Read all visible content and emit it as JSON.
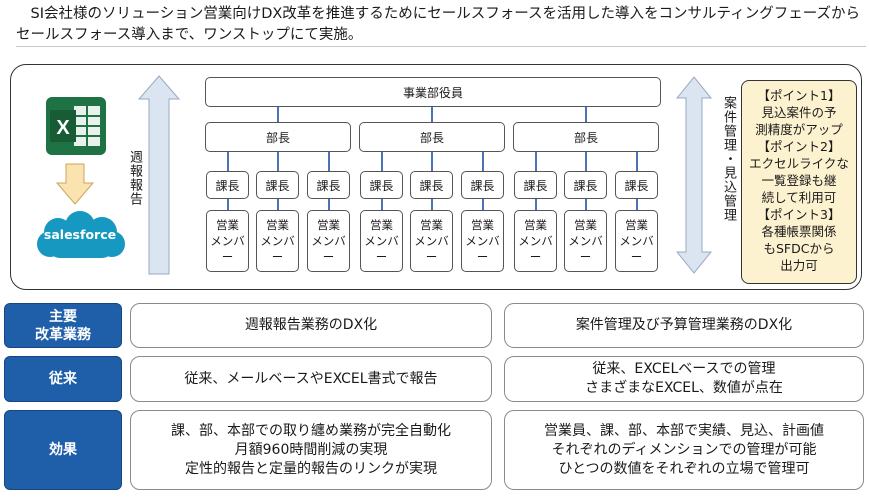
{
  "intro": {
    "text": "SI会社様のソリューション営業向けDX改革を推進するためにセールスフォースを活用した導入をコンサルティングフェーズからセールスフォース導入まで、ワンストップにて実施。"
  },
  "diagram": {
    "excel_letter": "X",
    "salesforce_label": "salesforce",
    "weekly_report_label": "週報報告",
    "case_mgmt_label": "案件管理・見込管理",
    "executive_label": "事業部役員",
    "bucho_labels": [
      "部長",
      "部長",
      "部長"
    ],
    "kacho_labels": [
      "課長",
      "課長",
      "課長",
      "課長",
      "課長",
      "課長",
      "課長",
      "課長",
      "課長"
    ],
    "member_labels": [
      "営業",
      "メンバー"
    ],
    "points": [
      "【ポイント1】",
      "見込案件の予",
      "測精度がアップ",
      "【ポイント2】",
      "エクセルライクな",
      "一覧登録も継",
      "続して利用可",
      "【ポイント3】",
      "各種帳票関係",
      "もSFDCから",
      "出力可"
    ],
    "colors": {
      "excel_green": "#1f7244",
      "salesforce_blue": "#1798c1",
      "arrow_fill": "#dbe4f1",
      "down_arrow_fill": "#fbe3b0",
      "point_bg": "#fdf2d0",
      "connector": "#4a73b5",
      "header_blue": "#1f5fa9"
    }
  },
  "rows": [
    {
      "head": [
        "主要",
        "改革業務"
      ],
      "left": [
        "週報報告業務のDX化"
      ],
      "right": [
        "案件管理及び予算管理業務のDX化"
      ]
    },
    {
      "head": [
        "従来"
      ],
      "left": [
        "従来、メールベースやEXCEL書式で報告"
      ],
      "right": [
        "従来、EXCELベースでの管理",
        "さまざまなEXCEL、数値が点在"
      ]
    },
    {
      "head": [
        "効果"
      ],
      "left": [
        "課、部、本部での取り纏め業務が完全自動化",
        "月額960時間削減の実現",
        "定性的報告と定量的報告のリンクが実現"
      ],
      "right": [
        "営業員、課、部、本部で実績、見込、計画値",
        "それぞれのディメンションでの管理が可能",
        "ひとつの数値をそれぞれの立場で管理可"
      ]
    }
  ]
}
